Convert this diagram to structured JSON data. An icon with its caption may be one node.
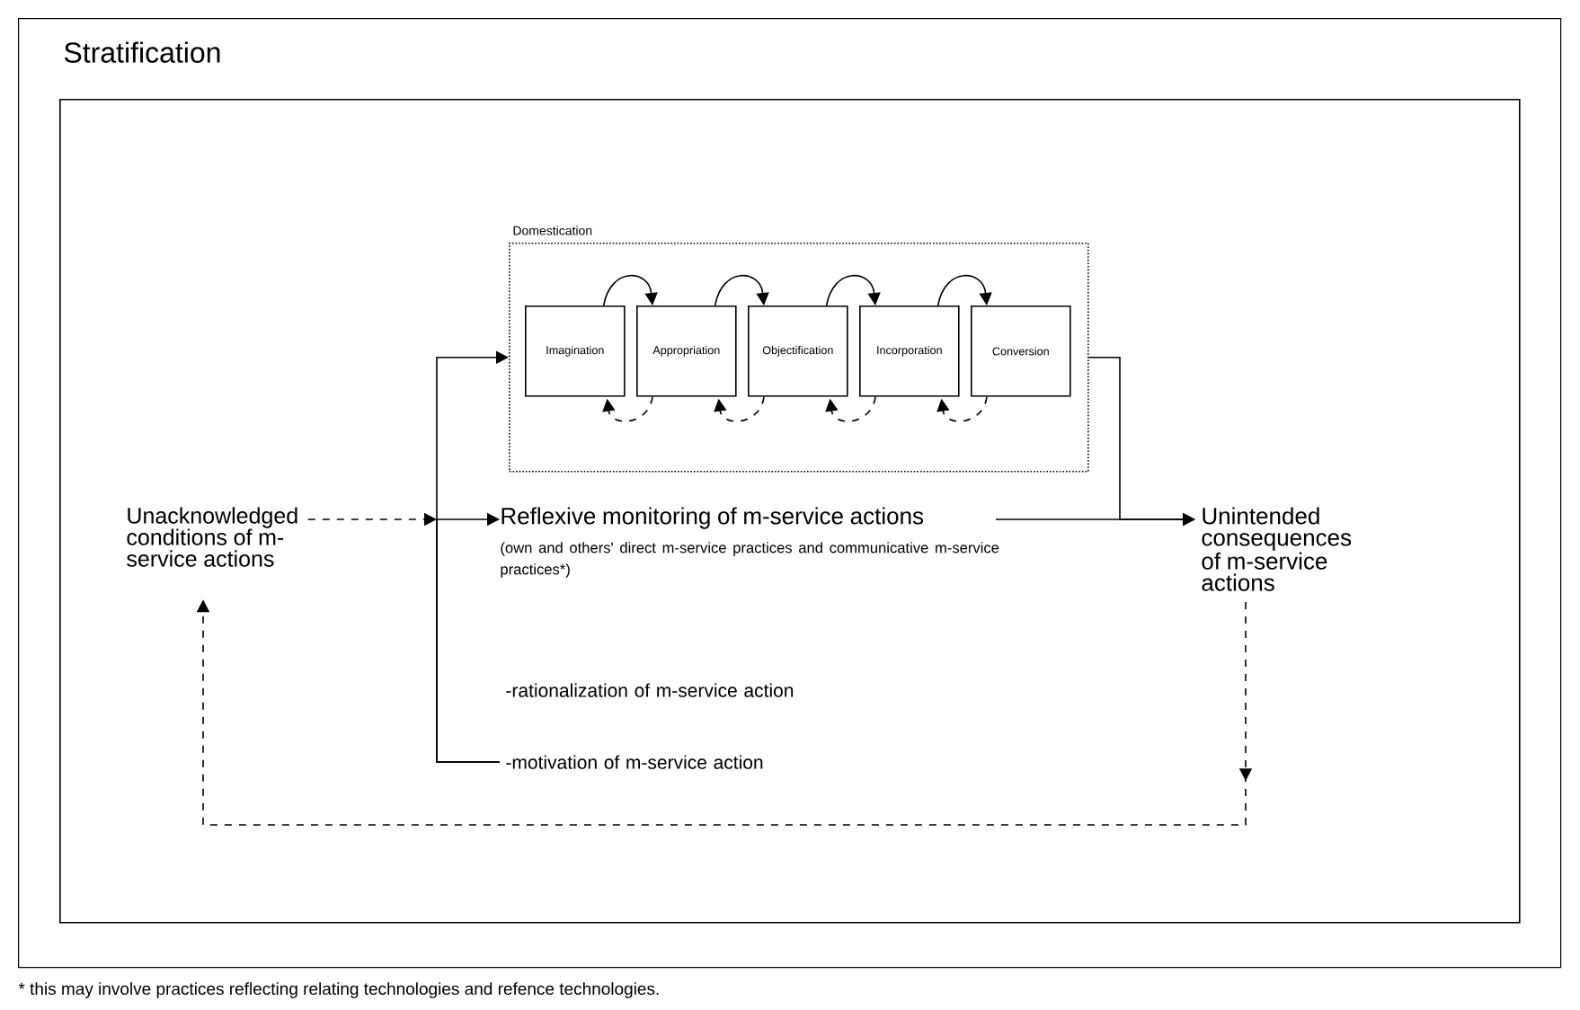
{
  "diagram": {
    "nodes": [
      {
        "text": [
          "Stratification"
        ]
      },
      {
        "text": [],
        "shape": "box",
        "in": 0
      },
      {
        "text": [
          "Domestication"
        ],
        "in": 1
      },
      {
        "text": [
          "Imagination"
        ],
        "in": 2
      },
      {
        "text": [
          "Appropriation"
        ],
        "in": 2
      },
      {
        "text": [
          "Objectification"
        ],
        "in": 2
      },
      {
        "text": [
          "Incorporation"
        ],
        "in": 2
      },
      {
        "text": [
          "Conversion"
        ],
        "in": 2
      },
      {
        "text": [
          "Unacknowledged conditions of m-service actions"
        ],
        "in": 1
      },
      {
        "text": [
          "Reflexive monitoring of m-service actions",
          "(own and others' direct m-service practices and communicative m-service practices*)"
        ],
        "in": 1
      },
      {
        "text": [
          "Unintended consequences of m-service actions"
        ],
        "in": 1
      },
      {
        "text": [
          "-rationalization of m-service action"
        ],
        "in": 1
      },
      {
        "text": [
          "-motivation of m-service action"
        ],
        "in": 1
      }
    ],
    "edges": [
      {
        "from": 3,
        "to": 4,
        "arrow": "to"
      },
      {
        "from": 4,
        "to": 5,
        "arrow": "to"
      },
      {
        "from": 5,
        "to": 6,
        "arrow": "to"
      },
      {
        "from": 6,
        "to": 7,
        "arrow": "to"
      },
      {
        "from": 4,
        "to": 3,
        "arrow": "to",
        "style": "dashed"
      },
      {
        "from": 5,
        "to": 4,
        "arrow": "to",
        "style": "dashed"
      },
      {
        "from": 6,
        "to": 5,
        "arrow": "to",
        "style": "dashed"
      },
      {
        "from": 7,
        "to": 6,
        "arrow": "to",
        "style": "dashed"
      },
      {
        "from": 8,
        "to": 9,
        "arrow": "to",
        "style": "dashed"
      },
      {
        "from": 12,
        "to": 2,
        "arrow": "to"
      },
      {
        "from": 12,
        "to": 9,
        "arrow": "to"
      },
      {
        "from": 2,
        "to": 10,
        "arrow": "to"
      },
      {
        "from": 9,
        "to": 10,
        "arrow": "to"
      },
      {
        "from": 10,
        "to": 8,
        "arrow": "to",
        "style": "dashed"
      }
    ],
    "labels": [
      "* this may involve practices reflecting relating technologies and refence technologies."
    ]
  }
}
